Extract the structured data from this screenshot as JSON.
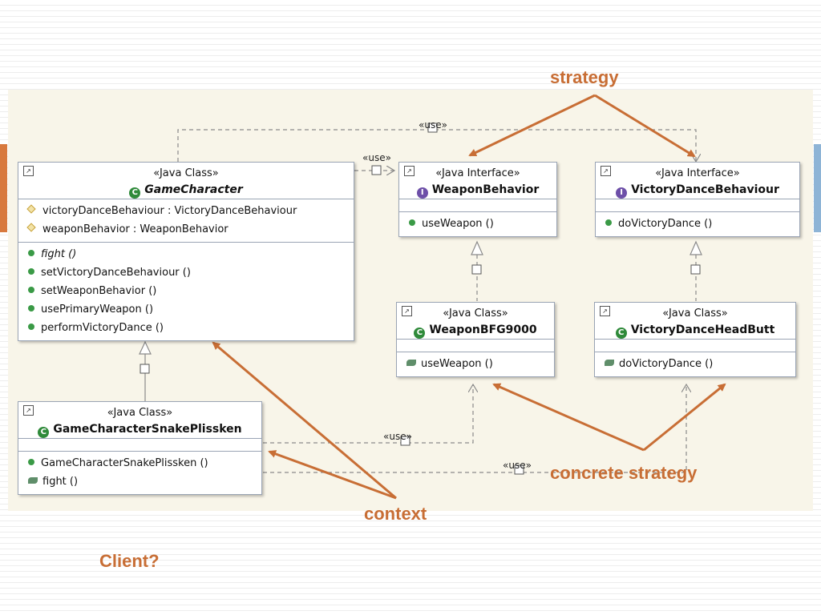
{
  "colors": {
    "accent": "#c86e35",
    "left_bar": "#d8793e",
    "right_bar": "#8eb4d6",
    "diagram_bg": "#f8f5e9"
  },
  "annotations": {
    "strategy": "strategy",
    "concrete_strategy": "concrete strategy",
    "context": "context",
    "client": "Client?"
  },
  "use_label": "«use»",
  "boxes": {
    "game_character": {
      "stereotype": "«Java Class»",
      "name": "GameCharacter",
      "attributes": [
        "victoryDanceBehaviour : VictoryDanceBehaviour",
        "weaponBehavior : WeaponBehavior"
      ],
      "methods": [
        "fight ()",
        "setVictoryDanceBehaviour ()",
        "setWeaponBehavior ()",
        "usePrimaryWeapon ()",
        "performVictoryDance ()"
      ]
    },
    "weapon_behavior": {
      "stereotype": "«Java Interface»",
      "name": "WeaponBehavior",
      "methods": [
        "useWeapon ()"
      ]
    },
    "victory_dance_behaviour": {
      "stereotype": "«Java Interface»",
      "name": "VictoryDanceBehaviour",
      "methods": [
        "doVictoryDance ()"
      ]
    },
    "weapon_bfg9000": {
      "stereotype": "«Java Class»",
      "name": "WeaponBFG9000",
      "methods": [
        "useWeapon ()"
      ]
    },
    "victory_dance_head_butt": {
      "stereotype": "«Java Class»",
      "name": "VictoryDanceHeadButt",
      "methods": [
        "doVictoryDance ()"
      ]
    },
    "snake_plissken": {
      "stereotype": "«Java Class»",
      "name": "GameCharacterSnakePlissken",
      "methods": [
        "GameCharacterSnakePlissken ()",
        "fight ()"
      ]
    }
  }
}
